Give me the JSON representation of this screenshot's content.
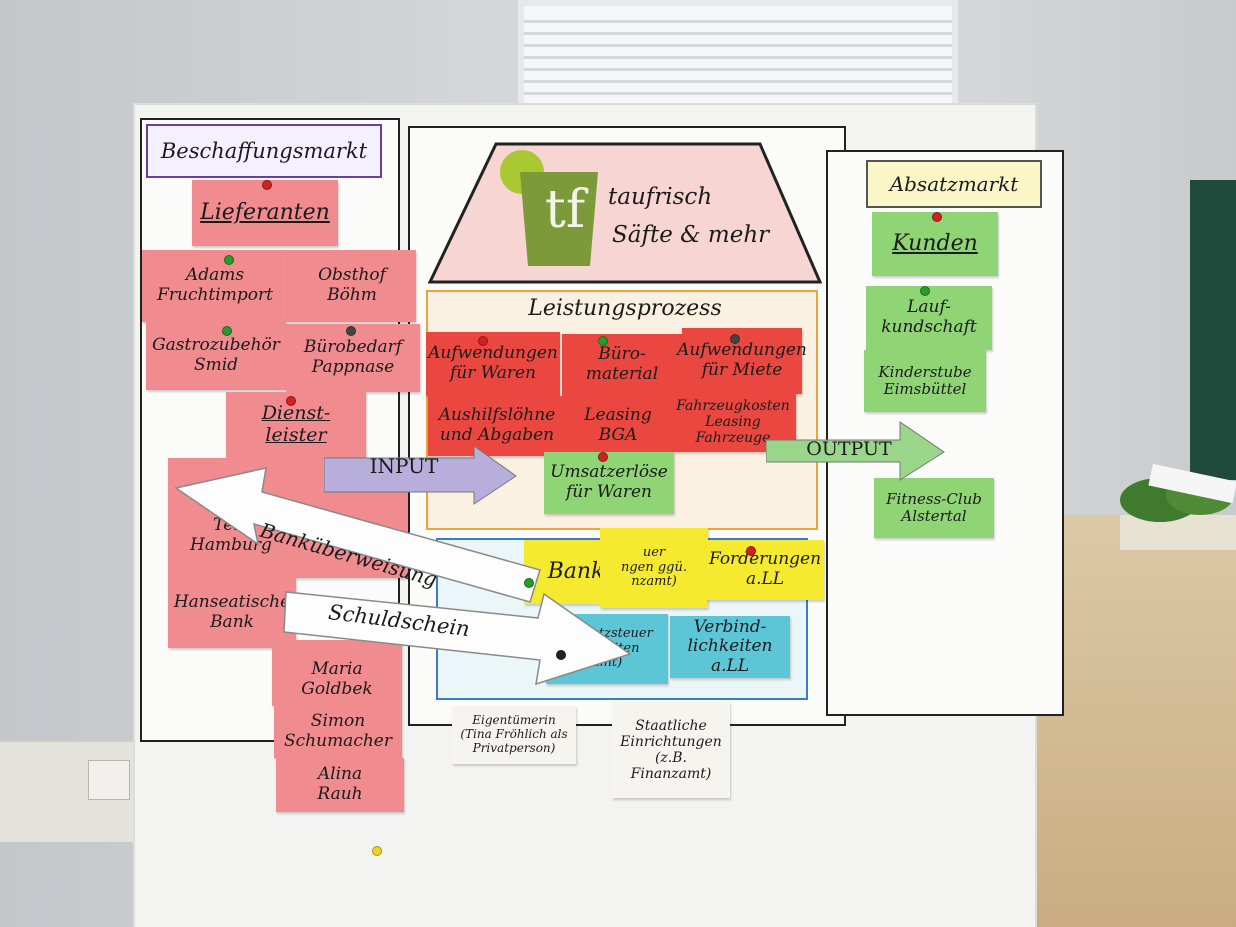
{
  "beschaffungsmarkt": {
    "title": "Beschaffungsmarkt",
    "heading": "Lieferanten",
    "suppliers": [
      "Adams\nFruchtimport",
      "Obsthof\nBöhm",
      "Gastrozubehör\nSmid",
      "Bürobedarf\nPappnase"
    ],
    "service_heading": "Dienst-\nleister",
    "partial_notes": [
      "Tele\nHamburg",
      "Hanseatische\nBank",
      "Maria\nGoldbek",
      "Simon\nSchumacher",
      "Alina\nRauh"
    ]
  },
  "company": {
    "logo_text": "tf",
    "name_line1": "taufrisch",
    "name_line2": "Säfte & mehr",
    "process_title": "Leistungsprozess",
    "expenses": [
      "Aufwendungen\nfür Waren",
      "Büro-\nmaterial",
      "Aufwendungen\nfür Miete",
      "Aushilfslöhne\nund Abgaben",
      "Leasing\nBGA",
      "Fahrzeugkosten\nLeasing Fahrzeuge"
    ],
    "revenue": "Umsatzerlöse\nfür Waren",
    "bank": "Bank",
    "bank_partial": "uer\nngen ggü.\nnzamt)",
    "receivables": "Forderungen\na.LL",
    "tax_partial": "Umsatzsteuer\nlichkeiten\namt)",
    "liabilities": "Verbind-\nlichkeiten a.LL"
  },
  "absatzmarkt": {
    "title": "Absatzmarkt",
    "heading": "Kunden",
    "customers": [
      "Lauf-\nkundschaft",
      "Kinderstube\nEimsbüttel",
      "Fitness-Club\nAlstertal"
    ]
  },
  "arrows": {
    "input": "INPUT",
    "output": "OUTPUT",
    "transfer": "Banküberweisung",
    "debt": "Schuldschein"
  },
  "bottom_notes": {
    "owner": "Eigentümerin\n(Tina Fröhlich als\nPrivatperson)",
    "state": "Staatliche\nEinrichtungen\n(z.B.\nFinanzamt)"
  }
}
